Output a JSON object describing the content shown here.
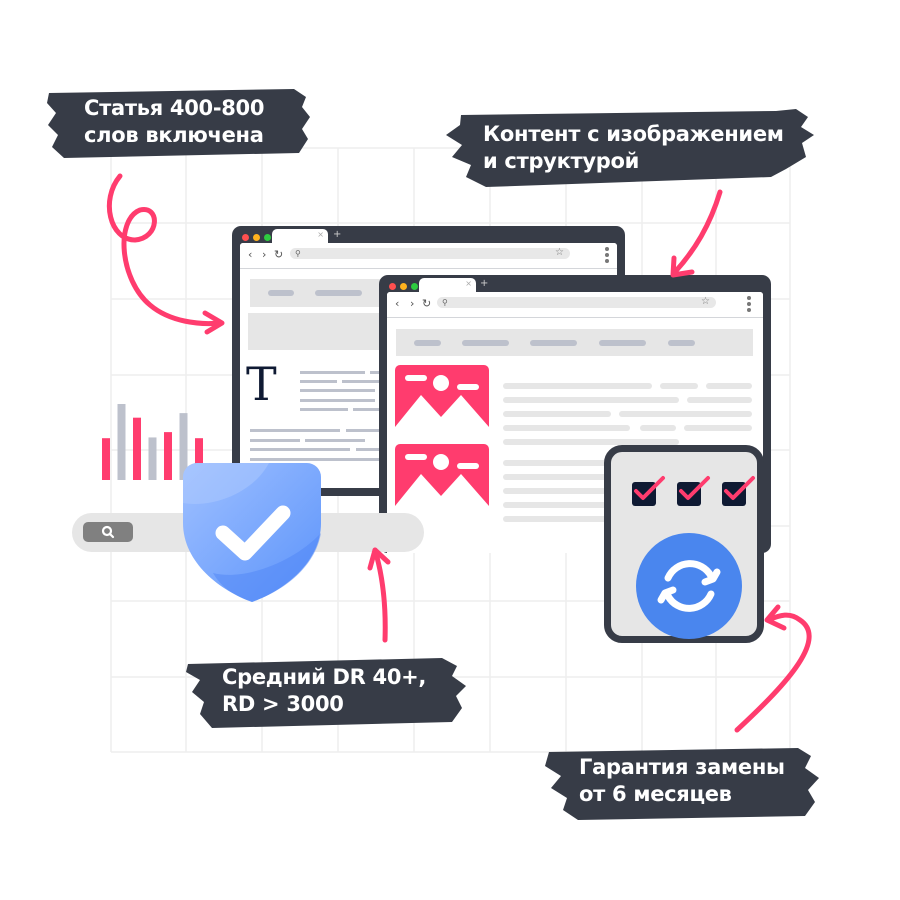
{
  "labels": {
    "article": {
      "lines": [
        "Статья 400-800",
        "слов включена"
      ]
    },
    "content": {
      "lines": [
        "Контент с изображением",
        "и структурой"
      ]
    },
    "metrics": {
      "lines": [
        "Средний DR 40+,",
        "RD > 3000"
      ]
    },
    "guarantee": {
      "lines": [
        "Гарантия замены",
        "от 6 месяцев"
      ]
    }
  },
  "icons": {
    "text_glyph": "T",
    "search": "search-icon",
    "shield": "shield-check-icon",
    "refresh": "refresh-icon",
    "checkbox": "checked-box-icon",
    "image": "image-placeholder-icon",
    "bar_chart": "bar-chart-icon"
  },
  "browser": {
    "back": "‹",
    "forward": "›",
    "reload": "↻",
    "search_glyph": "⚲",
    "star": "☆",
    "tab_close": "×",
    "new_tab": "+"
  },
  "colors": {
    "dark": "#373c47",
    "accent": "#ff3c6e",
    "blue": "#4a86ee",
    "shield_light": "#8fb4ff",
    "gray_bar": "#bdc1cc",
    "panel": "#e6e6e6"
  },
  "bar_chart_values": [
    0.55,
    1.0,
    0.82,
    0.56,
    0.63,
    0.88,
    0.55
  ],
  "bar_chart_colors": [
    "accent",
    "gray",
    "accent",
    "gray",
    "accent",
    "gray",
    "accent"
  ],
  "checkboxes": [
    true,
    true,
    true
  ]
}
